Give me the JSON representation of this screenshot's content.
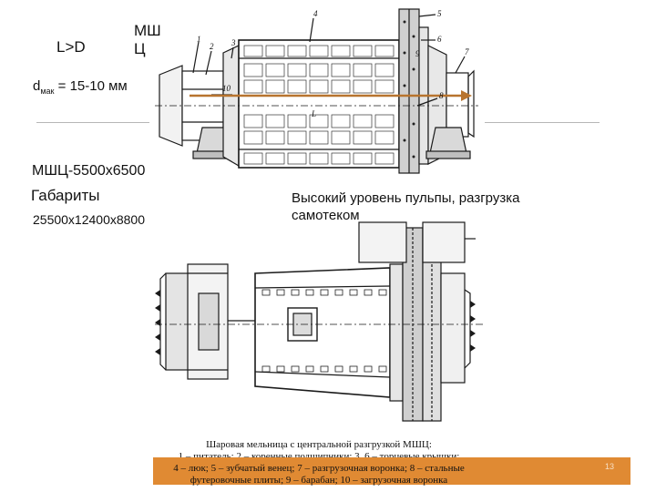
{
  "labels": {
    "ratio": "L>D",
    "type_short_line1": "МШ",
    "type_short_line2": "Ц",
    "d_main": "d",
    "d_sub": "мак",
    "d_rest": " = 15-10 мм",
    "model": "МШЦ-5500х6500",
    "dims_title": "Габариты",
    "dims_value": "25500х12400х8800",
    "note": "Высокий уровень пульпы, разгрузка самотеком"
  },
  "caption": {
    "line1": "Шаровая мельница с центральной разгрузкой МШЦ:",
    "line2": "1 – питатель; 2 – коренные подшипники; 3, 6 – торцевые крышки;",
    "line3": "4 – люк; 5 – зубчатый венец; 7 – разгрузочная воронка; 8 – стальные",
    "line4": "футеровочные плиты; 9 – барабан; 10 – загрузочная воронка"
  },
  "drawing_numbers": [
    "1",
    "2",
    "3",
    "4",
    "5",
    "6",
    "7",
    "8",
    "9",
    "10",
    "L"
  ],
  "page_number": "13",
  "colors": {
    "accent_bar": "#e08a33",
    "flow_arrow": "#b8742e",
    "rule_line": "#b7b7b7"
  }
}
